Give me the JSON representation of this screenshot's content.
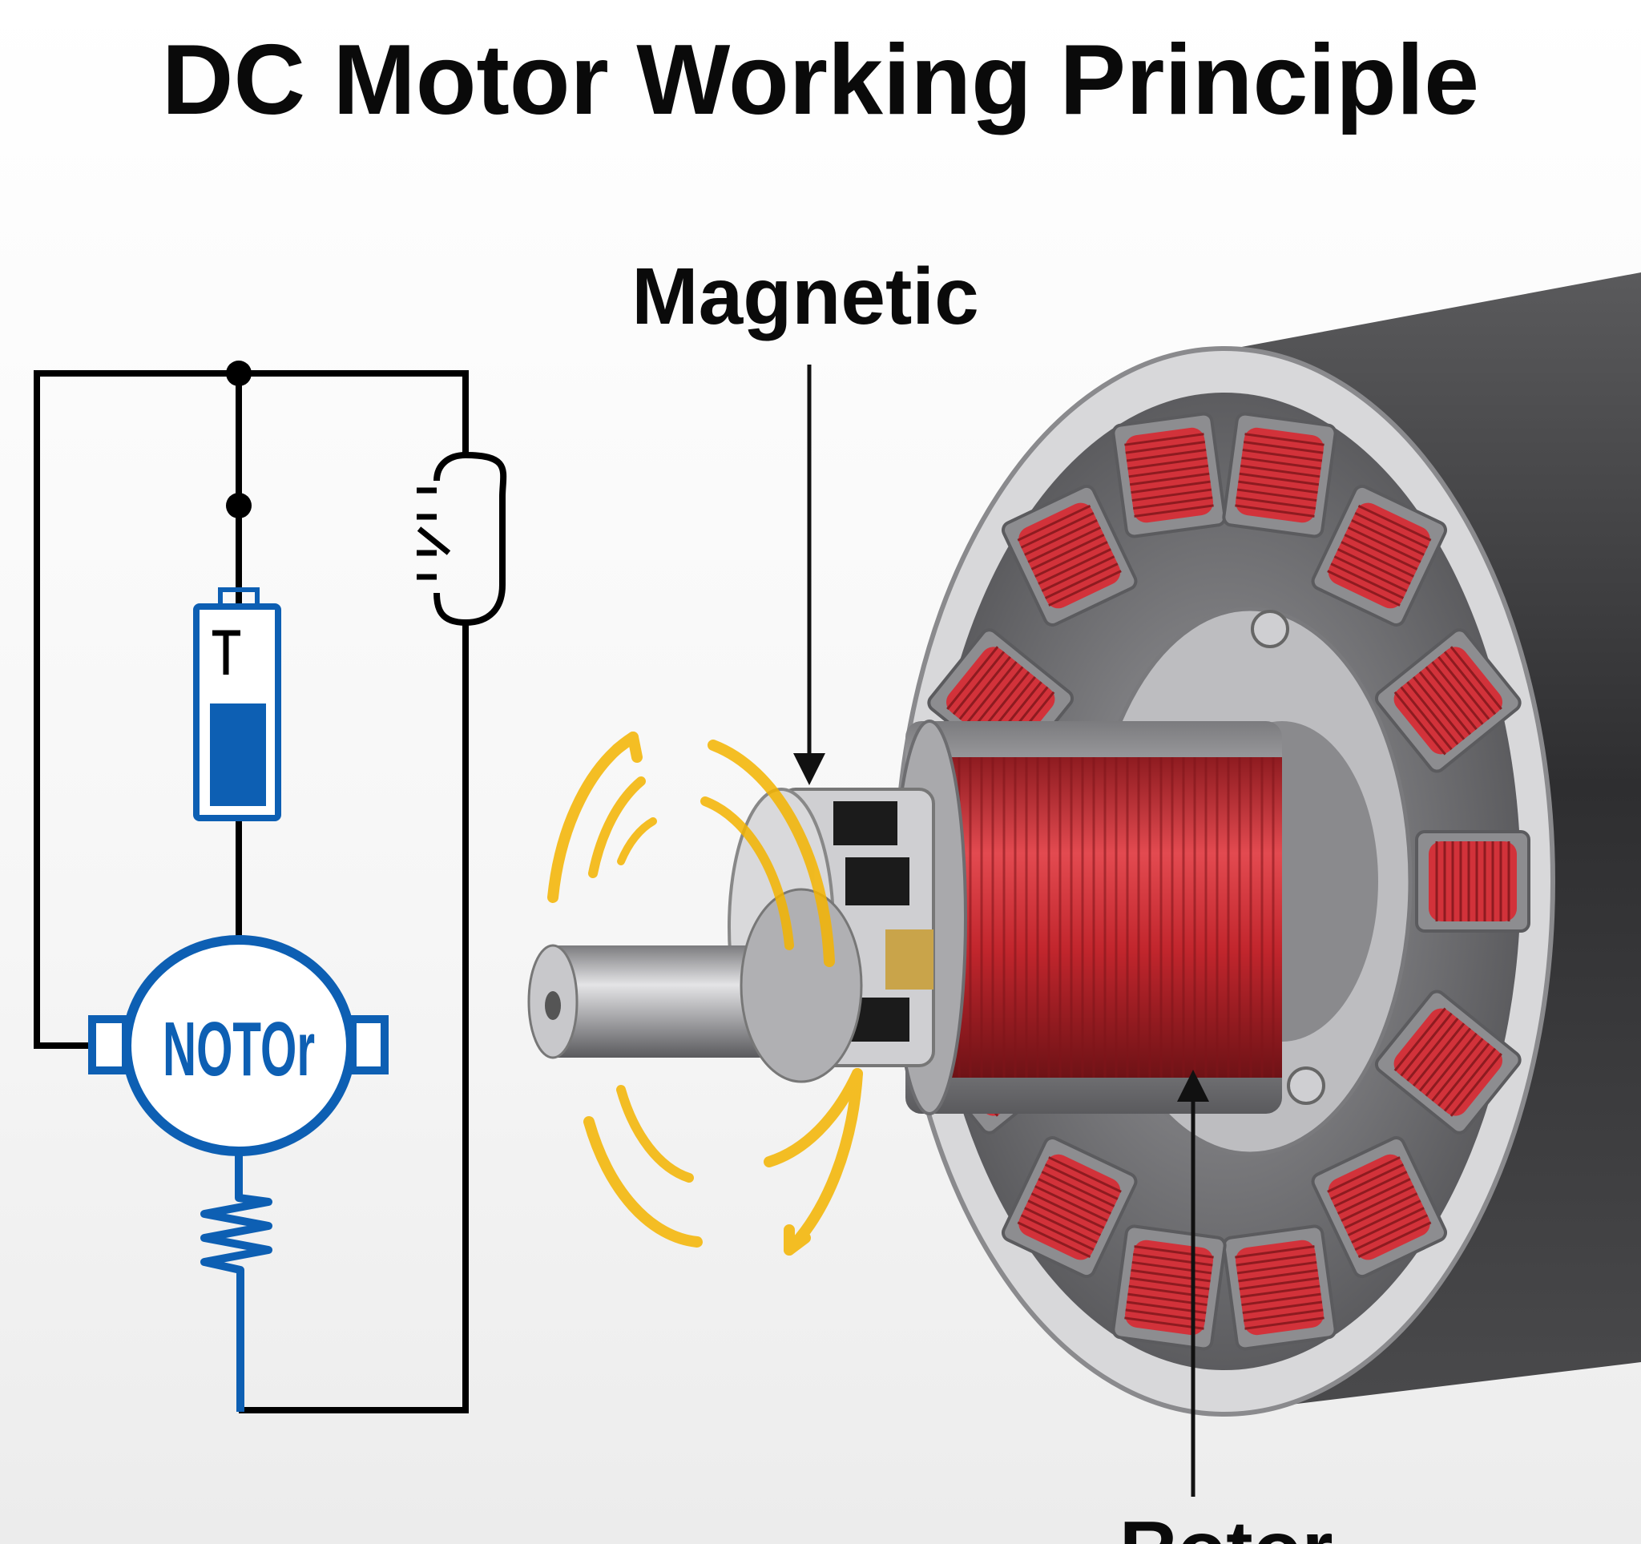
{
  "title": "DC Motor Working Principle",
  "labels": {
    "magnetic": "Magnetic",
    "rotor": "Rotor"
  },
  "circuit": {
    "motor_symbol_text": "NOTOr"
  },
  "colors": {
    "circuit_wire": "#000000",
    "circuit_blue": "#0d5fb3",
    "coil_red": "#d2323a",
    "field_yellow": "#f4b400",
    "housing_dark": "#3a3a3c"
  }
}
